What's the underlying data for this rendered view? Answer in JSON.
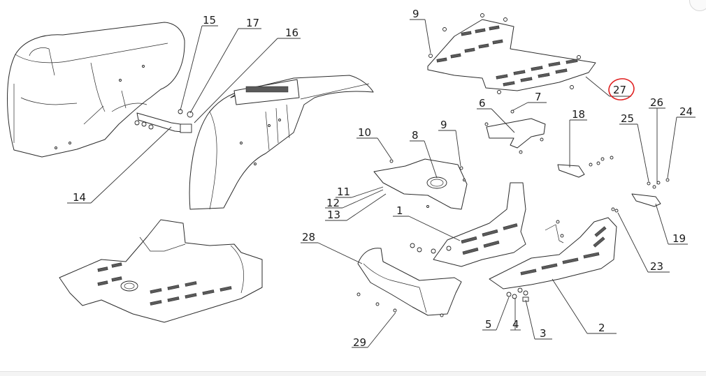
{
  "callouts": [
    "1",
    "2",
    "3",
    "4",
    "5",
    "6",
    "7",
    "8",
    "9",
    "9",
    "10",
    "11",
    "12",
    "13",
    "14",
    "15",
    "16",
    "17",
    "18",
    "19",
    "23",
    "24",
    "25",
    "26",
    "27",
    "28",
    "29"
  ],
  "highlight_color": "#e02020"
}
